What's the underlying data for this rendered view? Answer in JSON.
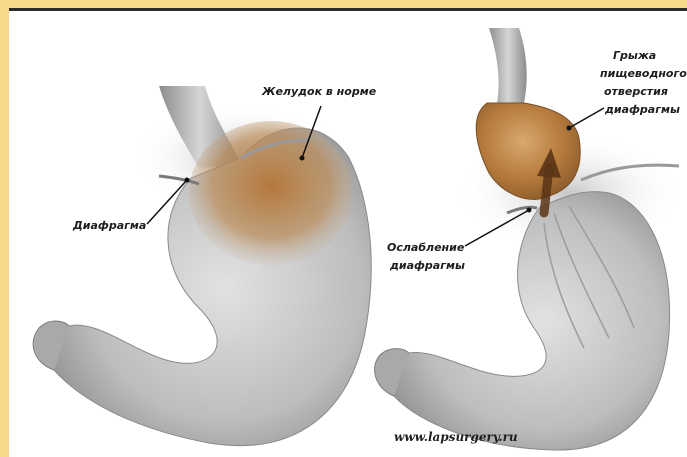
{
  "labels": {
    "normal_stomach": "Желудок в норме",
    "diaphragm": "Диафрагма",
    "hernia_line1": "Грыжа",
    "hernia_line2": "пищеводного",
    "hernia_line3": "отверстия",
    "hernia_line4": "диафрагмы",
    "weakening_line1": "Ослабление",
    "weakening_line2": "диафрагмы"
  },
  "watermark": "www.lapsurgery.ru",
  "colors": {
    "frame": "#f6d98a",
    "stomach_gray": "#b5b5b5",
    "stomach_brown": "#b07a3e"
  }
}
